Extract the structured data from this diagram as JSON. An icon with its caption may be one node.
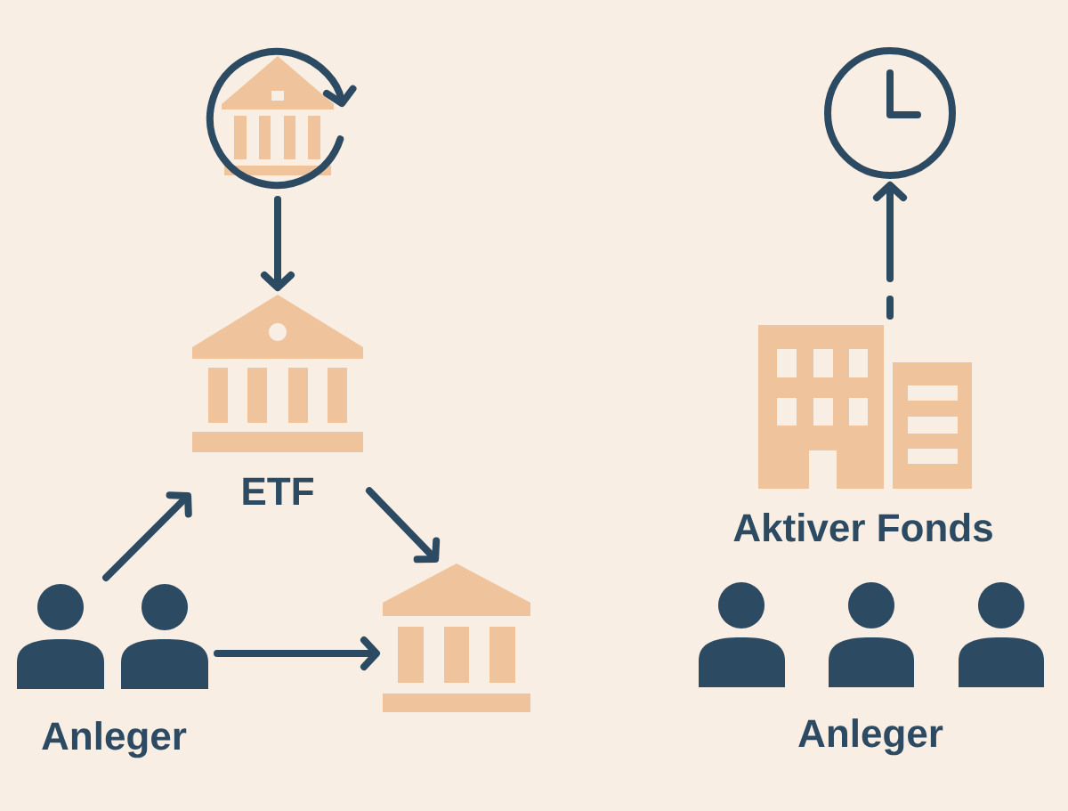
{
  "diagram": {
    "nodes": [
      {
        "text": [],
        "shape": "picture"
      },
      {
        "text": [
          "ETF"
        ]
      },
      {
        "text": [
          "Anleger"
        ]
      },
      {
        "text": [],
        "shape": "picture"
      },
      {
        "text": [],
        "shape": "picture"
      },
      {
        "text": [
          "Aktiver Fonds"
        ]
      },
      {
        "text": [
          "Anleger"
        ]
      }
    ],
    "edges": [
      {
        "from": 0,
        "to": 1,
        "arrow": "to"
      },
      {
        "from": 2,
        "to": 1,
        "arrow": "to"
      },
      {
        "from": 1,
        "to": 3,
        "arrow": "to"
      },
      {
        "from": 2,
        "to": 3,
        "arrow": "to"
      },
      {
        "from": 5,
        "to": 4,
        "arrow": "to",
        "style": "dashed"
      }
    ]
  }
}
